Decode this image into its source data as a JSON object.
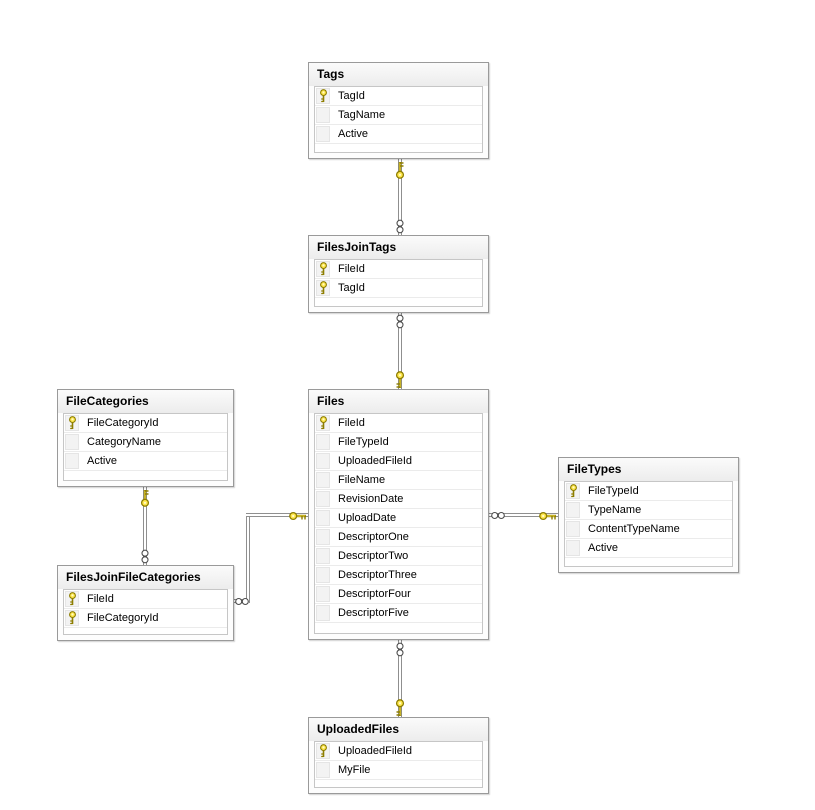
{
  "diagram": {
    "tables": [
      {
        "title": "Tags",
        "columns": [
          {
            "name": "TagId",
            "pk": true
          },
          {
            "name": "TagName",
            "pk": false
          },
          {
            "name": "Active",
            "pk": false
          }
        ]
      },
      {
        "title": "FilesJoinTags",
        "columns": [
          {
            "name": "FileId",
            "pk": true
          },
          {
            "name": "TagId",
            "pk": true
          }
        ]
      },
      {
        "title": "FileCategories",
        "columns": [
          {
            "name": "FileCategoryId",
            "pk": true
          },
          {
            "name": "CategoryName",
            "pk": false
          },
          {
            "name": "Active",
            "pk": false
          }
        ]
      },
      {
        "title": "Files",
        "columns": [
          {
            "name": "FileId",
            "pk": true
          },
          {
            "name": "FileTypeId",
            "pk": false
          },
          {
            "name": "UploadedFileId",
            "pk": false
          },
          {
            "name": "FileName",
            "pk": false
          },
          {
            "name": "RevisionDate",
            "pk": false
          },
          {
            "name": "UploadDate",
            "pk": false
          },
          {
            "name": "DescriptorOne",
            "pk": false
          },
          {
            "name": "DescriptorTwo",
            "pk": false
          },
          {
            "name": "DescriptorThree",
            "pk": false
          },
          {
            "name": "DescriptorFour",
            "pk": false
          },
          {
            "name": "DescriptorFive",
            "pk": false
          }
        ]
      },
      {
        "title": "FileTypes",
        "columns": [
          {
            "name": "FileTypeId",
            "pk": true
          },
          {
            "name": "TypeName",
            "pk": false
          },
          {
            "name": "ContentTypeName",
            "pk": false
          },
          {
            "name": "Active",
            "pk": false
          }
        ]
      },
      {
        "title": "FilesJoinFileCategories",
        "columns": [
          {
            "name": "FileId",
            "pk": true
          },
          {
            "name": "FileCategoryId",
            "pk": true
          }
        ]
      },
      {
        "title": "UploadedFiles",
        "columns": [
          {
            "name": "UploadedFileId",
            "pk": true
          },
          {
            "name": "MyFile",
            "pk": false
          }
        ]
      }
    ],
    "relationships": [
      {
        "one": "Tags",
        "many": "FilesJoinTags"
      },
      {
        "one": "Files",
        "many": "FilesJoinTags"
      },
      {
        "one": "FileCategories",
        "many": "FilesJoinFileCategories"
      },
      {
        "one": "Files",
        "many": "FilesJoinFileCategories"
      },
      {
        "one": "FileTypes",
        "many": "Files"
      },
      {
        "one": "UploadedFiles",
        "many": "Files"
      }
    ],
    "icons": {
      "primary_key": "key-icon",
      "one_end": "key-icon",
      "many_end": "infinity-icon"
    },
    "colors": {
      "table_border": "#9a9a9a",
      "grid_border": "#c6c6c6",
      "header_bg": "#ececec",
      "line": "#8f8f8f",
      "key_gold": "#ffe84d",
      "key_outline": "#8d7d00"
    }
  }
}
